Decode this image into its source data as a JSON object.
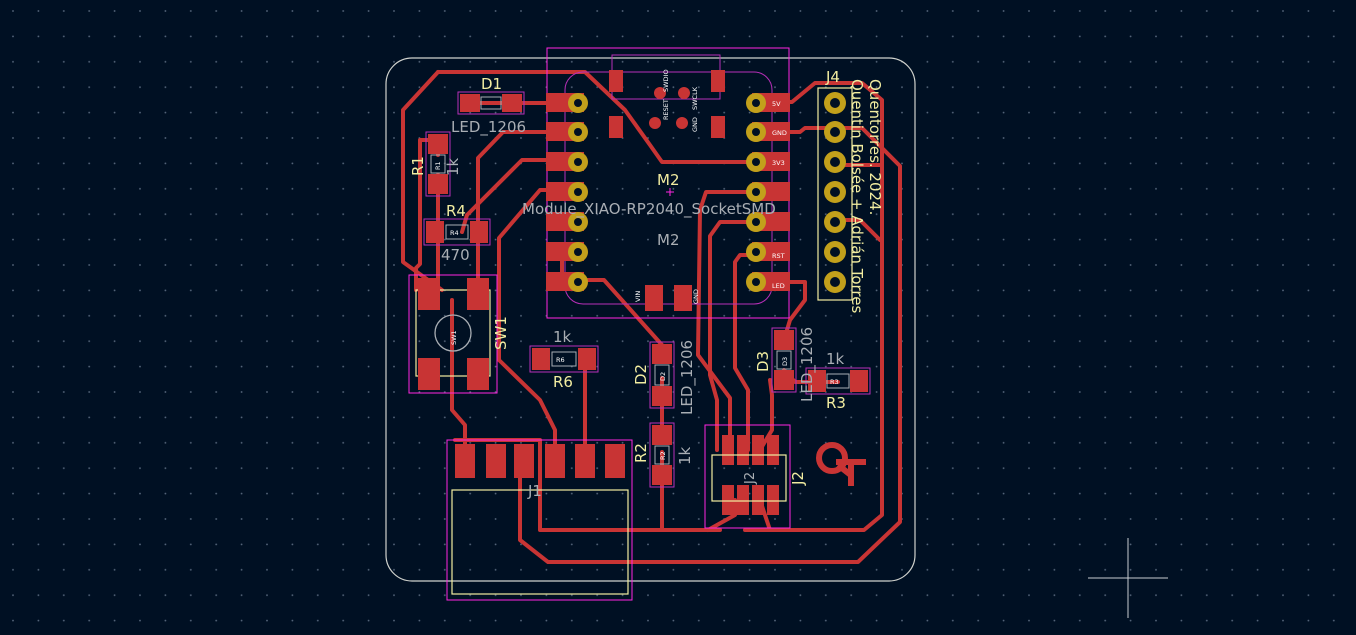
{
  "board": {
    "background": "#001023",
    "track_color": "#c83434",
    "silk_color": "#f2eda1",
    "fab_color": "#b82fb8"
  },
  "labels": {
    "d1_ref": "D1",
    "d1_val": "LED_1206",
    "r1_ref": "R1",
    "r1_val": "1k",
    "r1_pad": "R1",
    "r4_ref": "R4",
    "r4_val": "470",
    "r4_pad": "R4",
    "sw1_ref": "SW1",
    "sw1_pad": "SW1",
    "m2_ref_top": "M2",
    "m2_val": "Module_XIAO-RP2040_SocketSMD",
    "m2_ref_mid": "M2",
    "j4_ref": "J4",
    "credit_line1": "Quentorres. 2024.",
    "credit_line2": "Quentin Bolsée + Adrián Torres",
    "r6_val": "1k",
    "r6_ref": "R6",
    "r6_pad": "R6",
    "d2_ref": "D2",
    "d2_val": "LED_1206",
    "d2_pad": "D2",
    "d3_ref": "D3",
    "d3_val": "LED_1206",
    "d3_pad": "D3",
    "r3_val": "1k",
    "r3_ref": "R3",
    "r3_pad": "R3",
    "r2_ref": "R2",
    "r2_val": "1k",
    "r2_pad": "R2",
    "j1_ref": "J1",
    "j2_ref": "J2",
    "j2_pad": "J2",
    "logo": "QT",
    "swd_reset": "RESET",
    "swd_swdio": "SWDIO",
    "swd_gnd": "GND",
    "swd_swclk": "SWCLK",
    "vin": "VIN",
    "gnd": "GND",
    "pin_5v": "5V",
    "pin_gnd": "GND",
    "pin_3v3": "3V3",
    "pin_rst": "RST",
    "pin_led": "LED"
  }
}
